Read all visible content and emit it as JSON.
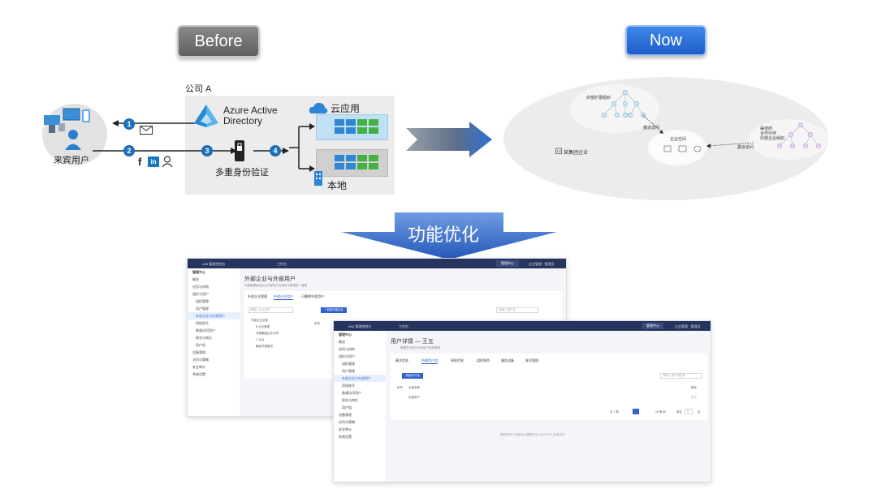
{
  "buttons": {
    "before": "Before",
    "now": "Now"
  },
  "before_diagram": {
    "company": "公司 A",
    "guest": "来宾用户",
    "azure_line1": "Azure Active",
    "azure_line2": "Directory",
    "cloud_app": "云应用",
    "mfa": "多重身份验证",
    "local": "本地",
    "steps": [
      "1",
      "2",
      "3",
      "4"
    ],
    "social": [
      "f",
      "in"
    ]
  },
  "now_diagram": {
    "group": "某集团企业",
    "external_org": "外部扩展组织",
    "enterprise_space": "企业空间",
    "partners": [
      "渠道商",
      "合作伙伴",
      "外部企业组织"
    ],
    "link_left": "委派访问",
    "link_right": "委派访问"
  },
  "feature_label": "功能优化",
  "screenshot1": {
    "app": "IAM 管理控制台",
    "search": "工作台",
    "header_btn": "管理中心",
    "user": "企业管理 · 管理员",
    "side_title": "管理中心",
    "sidebar": [
      "概览",
      "应用与机构",
      "组织与用户",
      "组织管理",
      "用户管理",
      "外部企业与外部用户",
      "同组账号",
      "普通访问用户",
      "职务与岗位",
      "用户组",
      "设备管理",
      "访问与策略",
      "安全审计",
      "系统设置"
    ],
    "title": "外部企业与外部用户",
    "subtitle": "外部管理者及企业外部用户的身份与权限统一管理",
    "tabs": [
      "外部企业管理",
      "外部企业用户",
      "已删除外部用户"
    ],
    "search_placeholder": "请输入企业名称",
    "add_btn": "+ 添加外部企业",
    "search2": "请输入用户名",
    "tree": [
      "外部企业总部",
      "B 企业集团",
      "外部集团企业分布",
      "C 企业",
      "最后外部组织"
    ],
    "col": "序号"
  },
  "screenshot2": {
    "app": "IAM 管理控制台",
    "search": "工作台",
    "header_btn": "管理中心",
    "user": "企业管理 · 管理员",
    "side_title": "管理中心",
    "sidebar": [
      "概览",
      "应用与机构",
      "组织与用户",
      "组织管理",
      "用户管理",
      "外部企业与外部用户",
      "同组账号",
      "普通访问用户",
      "职务与岗位",
      "用户组",
      "设备管理",
      "访问与策略",
      "安全审计",
      "系统设置"
    ],
    "title": "用户详情 — 王五",
    "subtitle": "管理员可进行外部用户信息管理",
    "tabs": [
      "基本信息",
      "所属用户组",
      "授权信息",
      "组织角色",
      "服务设备",
      "账号管理"
    ],
    "add_btn": "添加用户组",
    "search_placeholder": "请输入用户组名称",
    "col_no": "序号",
    "col_name": "分组名称",
    "col_op": "操作",
    "row_name": "外部用户",
    "row_op": "删除",
    "pagination": "共 1 条",
    "per_page": "10 条/页",
    "jump": "前往",
    "page_num": "1",
    "page_suffix": "页",
    "footer": "版权所有 © 某某企业管理平台 2018-2024 技术支持"
  }
}
